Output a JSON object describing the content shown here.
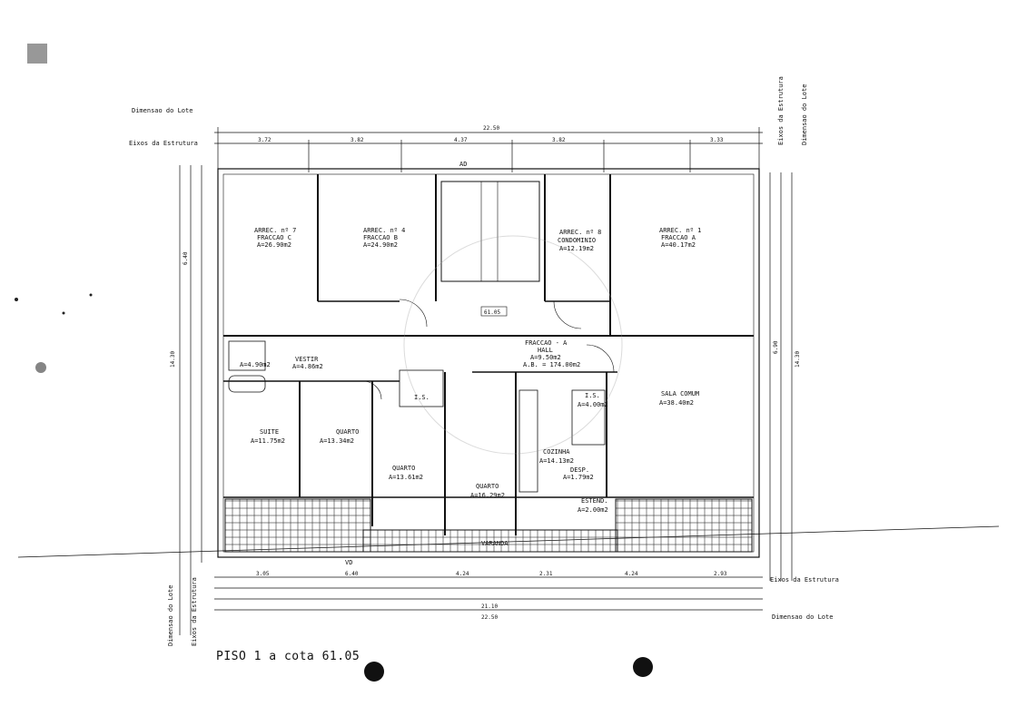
{
  "sheet": {
    "title": "PISO 1 a cota 61.05",
    "labels": {
      "dim_lote": "Dimensao do Lote",
      "eixos": "Eixos da Estrutura",
      "north_mark_top": "AD",
      "north_mark_bottom": "VD",
      "level_mark": "61.05"
    }
  },
  "dimensions": {
    "top_total": "22.50",
    "top_segments": [
      "3.72",
      "3.82",
      "4.37",
      "3.82",
      "3.33"
    ],
    "bottom_axes_segments": [
      "3.05",
      "6.40",
      "4.24",
      "2.31",
      "4.24",
      "2.93"
    ],
    "bottom_total_axes": "21.10",
    "bottom_total_lote": "22.50",
    "left_vertical_total": "14.30",
    "left_vertical_sub": "6.40",
    "right_vertical_total": "14.30",
    "right_vertical_sub": "6.90"
  },
  "rooms": [
    {
      "name": "ARREC. nº 7",
      "sub": "FRACCAO C",
      "area": "A=26.90m2"
    },
    {
      "name": "ARREC. nº 4",
      "sub": "FRACCAO B",
      "area": "A=24.90m2"
    },
    {
      "name": "ARREC. nº 8",
      "sub": "CONDOMINIO",
      "area": "A=12.19m2"
    },
    {
      "name": "ARREC. nº 1",
      "sub": "FRACCAO A",
      "area": "A=40.17m2"
    },
    {
      "name": "FRACCAO - A",
      "sub": "HALL",
      "area": "A=9.50m2"
    },
    {
      "name": "A.B. = 174.00m2",
      "sub": "",
      "area": ""
    },
    {
      "name": "VESTIR",
      "sub": "",
      "area": "A=4.86m2"
    },
    {
      "name": "SUITE",
      "sub": "",
      "area": "A=11.75m2"
    },
    {
      "name": "QUARTO",
      "sub": "",
      "area": "A=13.34m2"
    },
    {
      "name": "QUARTO",
      "sub": "",
      "area": "A=13.61m2"
    },
    {
      "name": "QUARTO",
      "sub": "",
      "area": "A=16.29m2"
    },
    {
      "name": "COZINHA",
      "sub": "",
      "area": "A=14.13m2"
    },
    {
      "name": "SALA COMUM",
      "sub": "",
      "area": "A=38.40m2"
    },
    {
      "name": "I.S.",
      "sub": "",
      "area": "A=4.00m2"
    },
    {
      "name": "I.S.",
      "sub": "",
      "area": "A=4.90m2"
    },
    {
      "name": "DESP.",
      "sub": "",
      "area": "A=1.79m2"
    },
    {
      "name": "ESTEND.",
      "sub": "",
      "area": "A=2.00m2"
    },
    {
      "name": "VARANDA",
      "sub": "",
      "area": ""
    }
  ]
}
